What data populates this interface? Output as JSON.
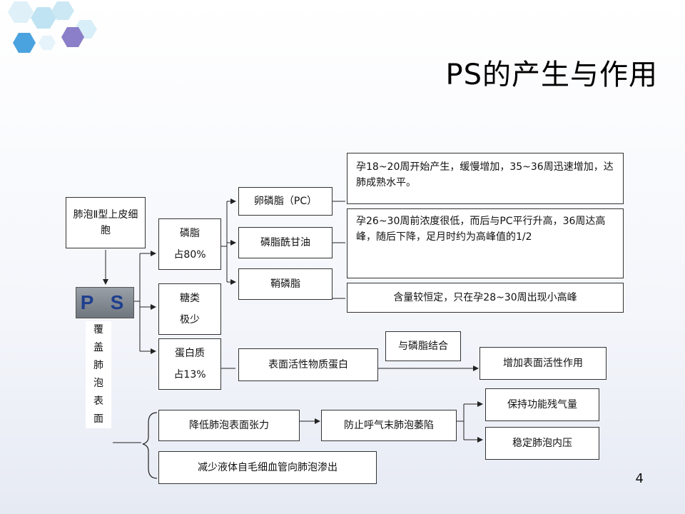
{
  "slide": {
    "title": "PS的产生与作用",
    "page_number": "4"
  },
  "nodes": {
    "source_cell": "肺泡Ⅱ型上皮细胞",
    "ps": "P S",
    "ps_covers_label": [
      "覆",
      "盖",
      "肺",
      "泡",
      "表",
      "面"
    ],
    "phospholipid": {
      "name": "磷脂",
      "share": "占80%"
    },
    "sugar": {
      "name": "糖类",
      "share": "极少"
    },
    "protein": {
      "name": "蛋白质",
      "share": "占13%"
    },
    "pc": "卵磷脂（PC）",
    "pg": "磷脂酰甘油",
    "sm": "鞘磷脂",
    "pc_note": "孕18~20周开始产生，缓慢增加，35~36周迅速增加，达肺成熟水平。",
    "pg_note": "孕26~30周前浓度很低，而后与PC平行升高，36周达高峰，随后下降，足月时约为高峰值的1/2",
    "sm_note": "含量较恒定，只在孕28~30周出现小高峰",
    "surfactant_protein": "表面活性物质蛋白",
    "bind_phospholipid": "与磷脂结合",
    "enhance_activity": "增加表面活性作用",
    "lower_tension": "降低肺泡表面张力",
    "prevent_collapse": "防止呼气末肺泡萎陷",
    "keep_frc": "保持功能残气量",
    "stabilize_pressure": "稳定肺泡内压",
    "reduce_exudation": "减少液体自毛细血管向肺泡渗出"
  },
  "colors": {
    "ps_text": "#1f3f8f",
    "ps_fill": "#8a9098",
    "hex_blue": "#4aa3df",
    "hex_purple": "#8a7fc8",
    "hex_light": "#bfe3f2"
  }
}
